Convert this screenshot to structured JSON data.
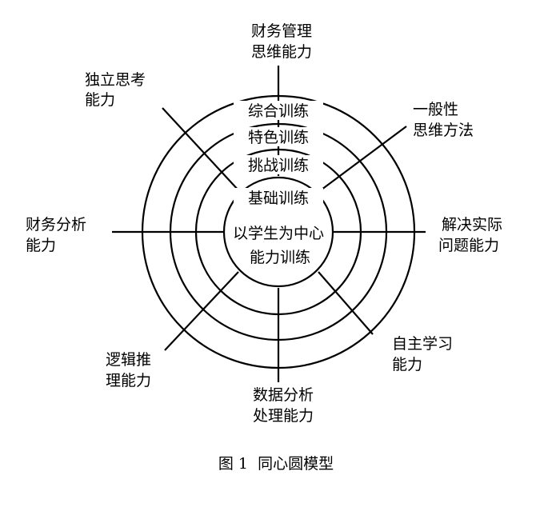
{
  "diagram": {
    "rings": {
      "outer": "综合训练",
      "second": "特色训练",
      "third": "挑战训练",
      "inner": "基础训练"
    },
    "center": {
      "line1": "以学生为中心",
      "line2": "能力训练"
    },
    "abilities": {
      "top": {
        "line1": "财务管理",
        "line2": "思维能力"
      },
      "top_left": {
        "line1": "独立思考",
        "line2": "能力"
      },
      "top_right": {
        "line1": "一般性",
        "line2": "思维方法"
      },
      "left": {
        "line1": "财务分析",
        "line2": "能力"
      },
      "right": {
        "line1": "解决实际",
        "line2": "问题能力"
      },
      "bottom_left": {
        "line1": "逻辑推",
        "line2": "理能力"
      },
      "bottom_right": {
        "line1": "自主学习",
        "line2": "能力"
      },
      "bottom": {
        "line1": "数据分析",
        "line2": "处理能力"
      }
    }
  },
  "caption": "图 1  同心圆模型"
}
